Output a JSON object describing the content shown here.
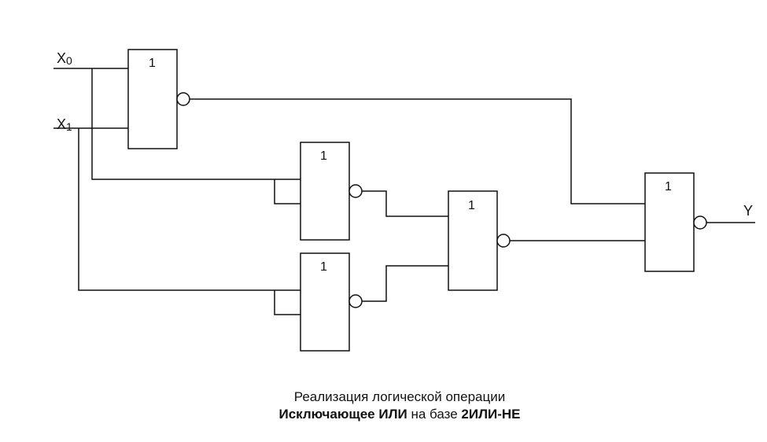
{
  "diagram": {
    "inputs": {
      "x0": {
        "main": "X",
        "sub": "0"
      },
      "x1": {
        "main": "X",
        "sub": "1"
      }
    },
    "output": {
      "label": "Y"
    },
    "gates": [
      {
        "id": "nor-1",
        "label": "1"
      },
      {
        "id": "nor-2",
        "label": "1"
      },
      {
        "id": "nor-3",
        "label": "1"
      },
      {
        "id": "nor-4",
        "label": "1"
      },
      {
        "id": "nor-5",
        "label": "1"
      }
    ]
  },
  "caption": {
    "line1": "Реализация логической операции",
    "line2_bold_a": "Исключающее ИЛИ",
    "line2_plain": " на базе ",
    "line2_bold_b": "2ИЛИ-НЕ"
  }
}
